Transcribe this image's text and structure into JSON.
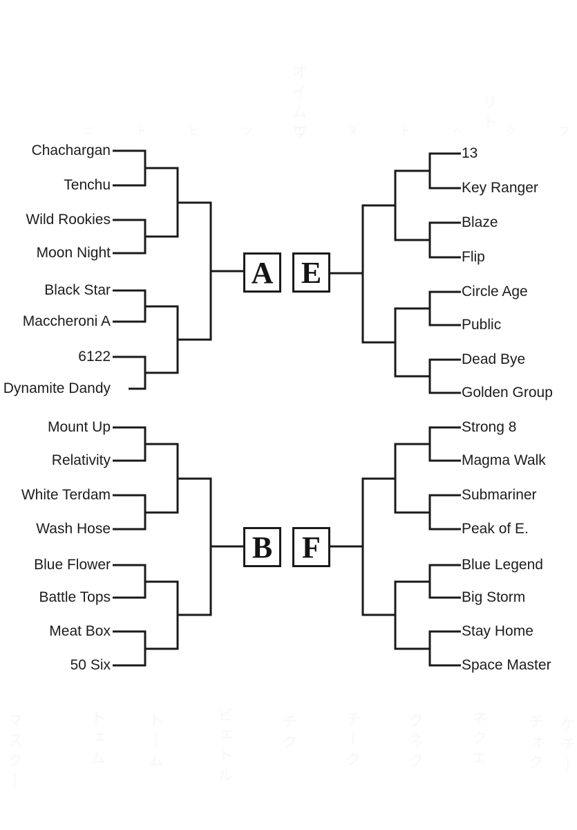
{
  "brackets": {
    "A": {
      "label": "A",
      "teams": [
        "Chachargan",
        "Tenchu",
        "Wild Rookies",
        "Moon Night",
        "Black Star",
        "Maccheroni A",
        "6122",
        "Dynamite Dandy"
      ]
    },
    "B": {
      "label": "B",
      "teams": [
        "Mount Up",
        "Relativity",
        "White Terdam",
        "Wash Hose",
        "Blue Flower",
        "Battle Tops",
        "Meat Box",
        "50 Six"
      ]
    },
    "E": {
      "label": "E",
      "teams": [
        "13",
        "Key Ranger",
        "Blaze",
        "Flip",
        "Circle Age",
        "Public",
        "Dead Bye",
        "Golden Group"
      ]
    },
    "F": {
      "label": "F",
      "teams": [
        "Strong 8",
        "Magma Walk",
        "Submariner",
        "Peak of E.",
        "Blue Legend",
        "Big Storm",
        "Stay Home",
        "Space Master"
      ]
    }
  },
  "colors": {
    "line": "#1a1a1a",
    "text": "#1c1c1c",
    "background": "#ffffff"
  },
  "ghost": {
    "top_column": "オイムワ",
    "top_row": "ニ ト ヒ ツ エ ヌ ト ヘ ク フ ト ミ ル",
    "top_right_column": "リト",
    "bottom_columns": [
      "マスクー",
      "トェム",
      "トーム",
      "ビェトル",
      "チク",
      "チーク",
      "クネク",
      "ネクエ",
      "チォク",
      "ケチー"
    ]
  }
}
